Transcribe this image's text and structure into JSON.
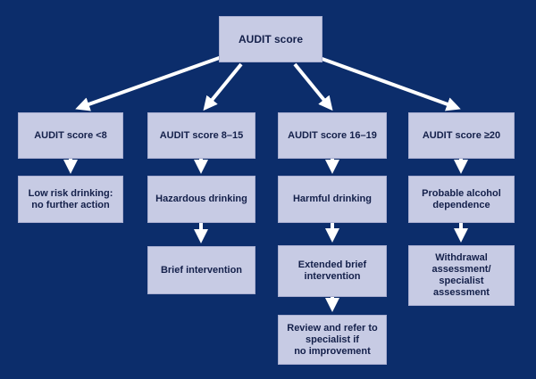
{
  "root": {
    "label": "AUDIT score"
  },
  "columns": [
    {
      "score": "AUDIT score <8",
      "items": [
        "Low risk drinking:\nno further action"
      ]
    },
    {
      "score": "AUDIT score 8–15",
      "items": [
        "Hazardous drinking",
        "Brief intervention"
      ]
    },
    {
      "score": "AUDIT score 16–19",
      "items": [
        "Harmful drinking",
        "Extended brief\nintervention",
        "Review and refer to\nspecialist if\nno improvement"
      ]
    },
    {
      "score": "AUDIT score ≥20",
      "items": [
        "Probable alcohol\ndependence",
        "Withdrawal\nassessment/\nspecialist\nassessment"
      ]
    }
  ],
  "colors": {
    "background": "#0c2d6b",
    "box_fill": "#c7cbe4",
    "box_text": "#14204a",
    "arrow": "#ffffff"
  }
}
